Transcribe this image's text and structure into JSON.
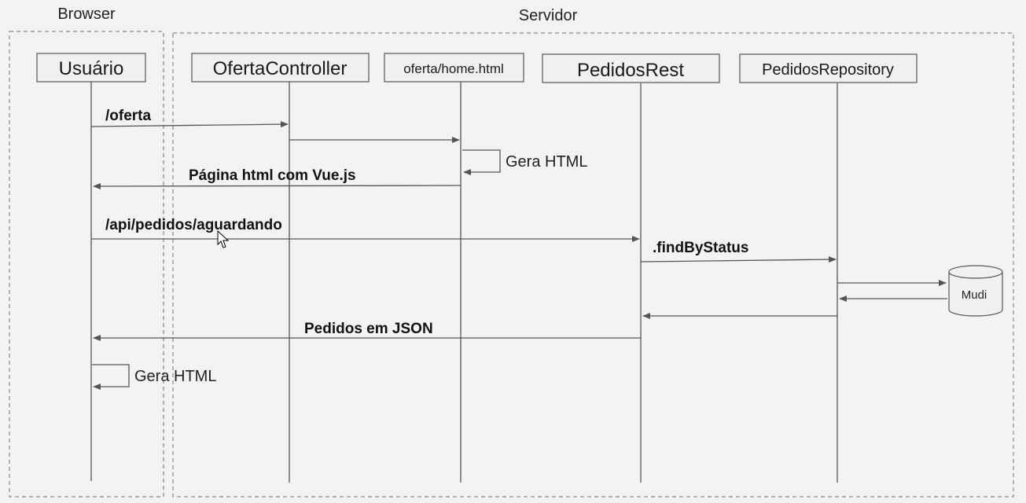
{
  "groups": {
    "browser": "Browser",
    "servidor": "Servidor"
  },
  "participants": {
    "usuario": "Usuário",
    "oferta_controller": "OfertaController",
    "oferta_home": "oferta/home.html",
    "pedidos_rest": "PedidosRest",
    "pedidos_repository": "PedidosRepository"
  },
  "messages": {
    "oferta": "/oferta",
    "pagina_html": "Página html com Vue.js",
    "gera_html_1": "Gera HTML",
    "api_pedidos": "/api/pedidos/aguardando",
    "find_by_status": ".findByStatus",
    "pedidos_json": "Pedidos em JSON",
    "gera_html_2": "Gera HTML"
  },
  "database": {
    "label": "Mudi"
  },
  "colors": {
    "background": "#f3f3f3",
    "line": "#555555",
    "frame": "#888888"
  }
}
